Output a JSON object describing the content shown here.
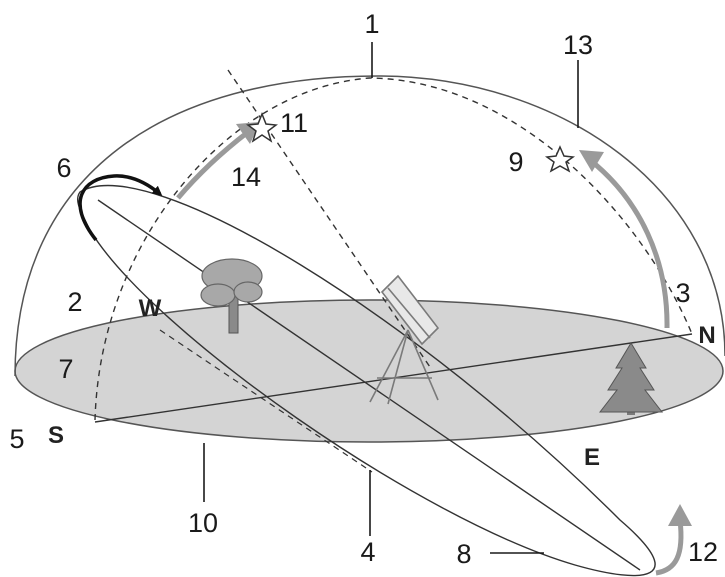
{
  "diagram": {
    "callouts": {
      "c1": "1",
      "c2": "2",
      "c3": "3",
      "c4": "4",
      "c5": "5",
      "c6": "6",
      "c7": "7",
      "c8": "8",
      "c9": "9",
      "c10": "10",
      "c11": "11",
      "c12": "12",
      "c13": "13",
      "c14": "14"
    },
    "directions": {
      "north": "N",
      "south": "S",
      "east": "E",
      "west": "W"
    },
    "colors": {
      "horizon_fill": "#d4d4d4",
      "dome_stroke": "#555555",
      "arrow_gray": "#9a9a9a",
      "arrow_black": "#111111"
    },
    "icons": [
      "deciduous-tree-icon",
      "conifer-tree-icon",
      "telescope-icon",
      "star-icon",
      "star-icon"
    ]
  }
}
